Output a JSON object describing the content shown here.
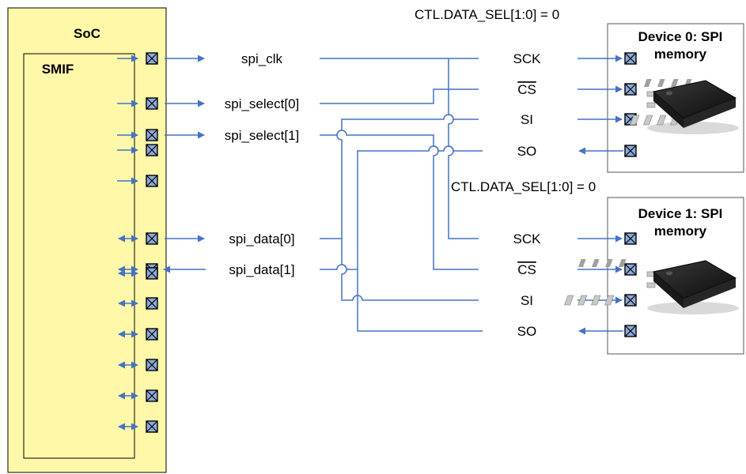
{
  "soc": {
    "title": "SoC",
    "smif_label": "SMIF",
    "fill_color": "#fff8a8",
    "pins": [
      {
        "dir": "out"
      },
      {
        "dir": "out"
      },
      {
        "dir": "out"
      },
      {
        "dir": "out"
      },
      {
        "dir": "out"
      },
      {
        "dir": "bi"
      },
      {
        "dir": "bi"
      },
      {
        "dir": "bi"
      },
      {
        "dir": "bi"
      },
      {
        "dir": "bi"
      },
      {
        "dir": "bi"
      },
      {
        "dir": "bi"
      },
      {
        "dir": "bi"
      }
    ]
  },
  "signals": {
    "spi_clk": "spi_clk",
    "spi_select_0": "spi_select[0]",
    "spi_select_1": "spi_select[1]",
    "spi_data_0": "spi_data[0]",
    "spi_data_1": "spi_data[1]"
  },
  "devices": [
    {
      "ctl_label": "CTL.DATA_SEL[1:0] = 0",
      "title_line1": "Device 0: SPI",
      "title_line2": "memory",
      "pins": [
        "SCK",
        "CS",
        "SI",
        "SO"
      ]
    },
    {
      "ctl_label": "CTL.DATA_SEL[1:0] = 0",
      "title_line1": "Device 1: SPI",
      "title_line2": "memory",
      "pins": [
        "SCK",
        "CS",
        "SI",
        "SO"
      ]
    }
  ],
  "colors": {
    "wire": "#4472c4",
    "pin_box_fill": "#8eaadb",
    "chip_body": "#1a1a1a",
    "chip_pins": "#c8c8c8"
  }
}
